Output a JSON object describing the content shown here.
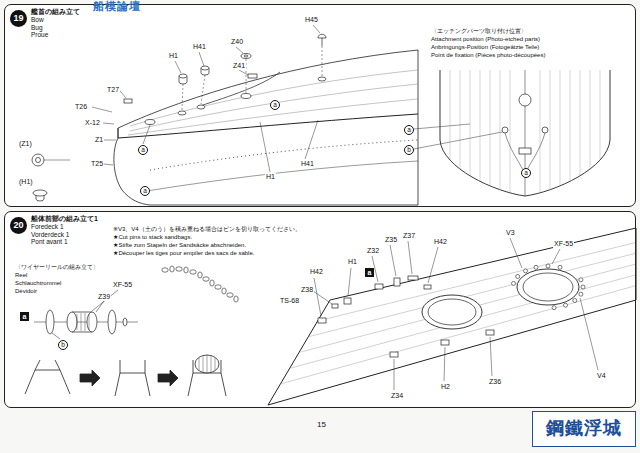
{
  "diagram": {
    "nodes": [
      {
        "text": [
          "艦首の組み立て",
          "Bow",
          "Bug",
          "Proue"
        ]
      },
      {
        "text": [
          "19"
        ],
        "in": 0
      },
      {
        "text": [
          "船体前部の組み立て1",
          "Foredeck 1",
          "Vorderdeck 1",
          "Pont avant 1"
        ]
      },
      {
        "text": [
          "20"
        ],
        "in": 2
      },
      {
        "text": [
          "鋼鐵浮城"
        ]
      }
    ],
    "labels": [
      "船模論壇",
      "H1",
      "H41",
      "Z40",
      "H45",
      "Z41",
      "T27",
      "T26",
      "X-12",
      "Z1",
      "T25",
      "a",
      "a",
      "H41",
      "H1",
      "a",
      "(Z1)",
      "(H1)",
      "〈エッチングパーツ取り付け位置〉",
      "Attachment position (Photo-etched parts)",
      "Anbringungs-Position (Fotogeätzte Teile)",
      "Point de fixation (Pièces photo-découpées)",
      "a",
      "b",
      "a",
      "※V3、V4（土のう）を積み重ねる場合はピンを切り取ってください。",
      "★Cut pins to stack sandbags.",
      "★Stifte zum Stapeln der Sandsäcke abschneiden.",
      "★Découper les tiges pour empiler des sacs de sable.",
      "〈ワイヤーリールの組み立て〉",
      "Reel",
      "Schlauchtrommel",
      "Dévidoir",
      "XF-55",
      "Z39",
      "a",
      "b",
      "H42",
      "H1",
      "a",
      "Z32",
      "Z35",
      "Z37",
      "H42",
      "V3",
      "XF-55",
      "Z38",
      "TS-68",
      "Z34",
      "H2",
      "Z36",
      "V4",
      "15"
    ]
  }
}
